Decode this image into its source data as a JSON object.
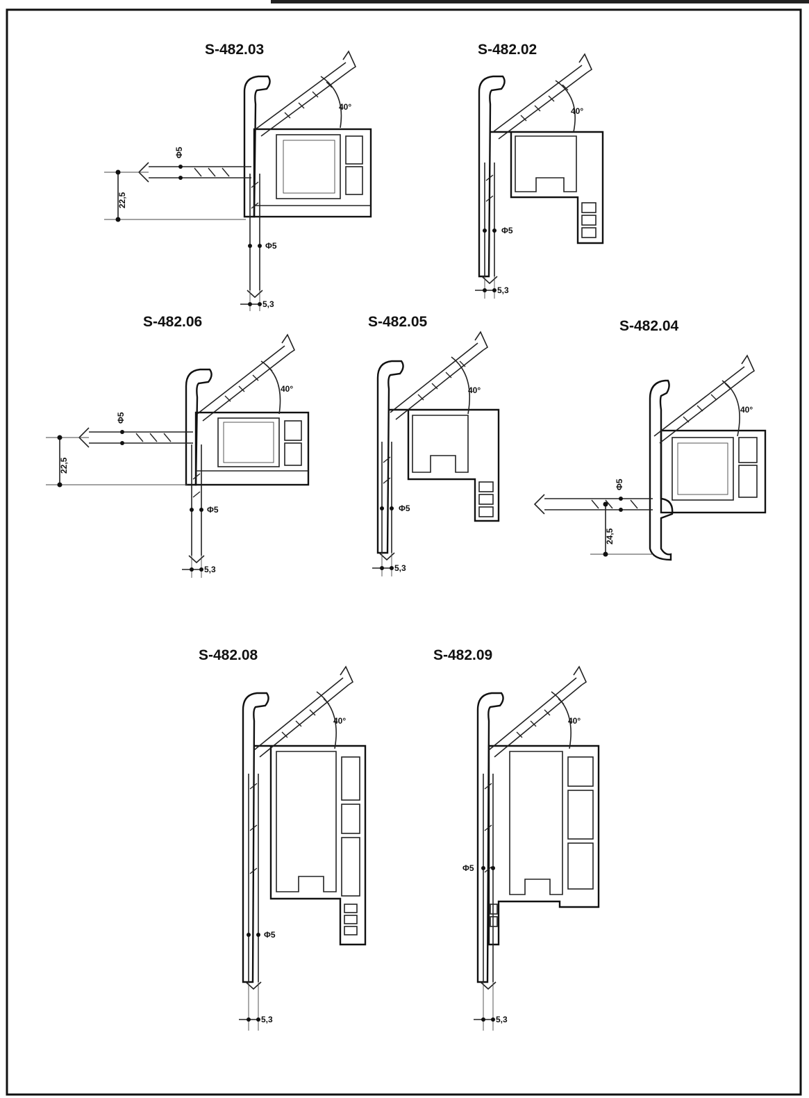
{
  "colors": {
    "ink": "#111111",
    "paper": "#ffffff"
  },
  "profiles": [
    {
      "title": "S-482.03",
      "angle_label": "40°",
      "bolt_labels": [
        "Φ5",
        "Φ5"
      ],
      "dim_labels": [
        "22,5",
        "5,3"
      ]
    },
    {
      "title": "S-482.02",
      "angle_label": "40°",
      "bolt_labels": [
        "Φ5"
      ],
      "dim_labels": [
        "5,3"
      ]
    },
    {
      "title": "S-482.06",
      "angle_label": "40°",
      "bolt_labels": [
        "Φ5",
        "Φ5"
      ],
      "dim_labels": [
        "22,5",
        "5,3"
      ]
    },
    {
      "title": "S-482.05",
      "angle_label": "40°",
      "bolt_labels": [
        "Φ5"
      ],
      "dim_labels": [
        "5,3"
      ]
    },
    {
      "title": "S-482.04",
      "angle_label": "40°",
      "bolt_labels": [
        "Φ5"
      ],
      "dim_labels": [
        "24,5"
      ]
    },
    {
      "title": "S-482.08",
      "angle_label": "40°",
      "bolt_labels": [
        "Φ5"
      ],
      "dim_labels": [
        "5,3"
      ]
    },
    {
      "title": "S-482.09",
      "angle_label": "40°",
      "bolt_labels": [
        "Φ5"
      ],
      "dim_labels": [
        "5,3"
      ]
    }
  ]
}
